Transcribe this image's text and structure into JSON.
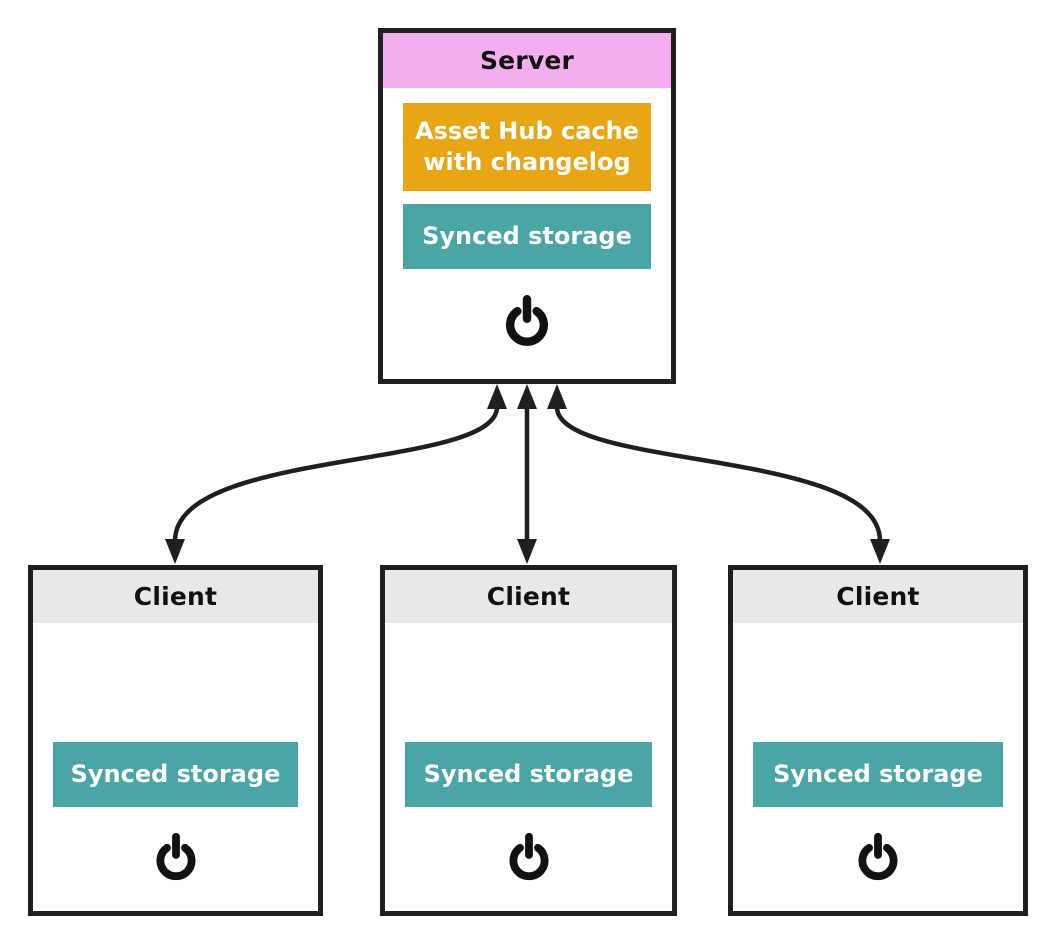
{
  "server": {
    "title": "Server",
    "cache_label": "Asset Hub cache with changelog",
    "storage_label": "Synced storage"
  },
  "clients": [
    {
      "title": "Client",
      "storage_label": "Synced storage"
    },
    {
      "title": "Client",
      "storage_label": "Synced storage"
    },
    {
      "title": "Client",
      "storage_label": "Synced storage"
    }
  ],
  "connections": [
    {
      "from": "server",
      "to": "client-1",
      "bidirectional": true,
      "shape": "curved-left"
    },
    {
      "from": "server",
      "to": "client-2",
      "bidirectional": true,
      "shape": "straight"
    },
    {
      "from": "server",
      "to": "client-3",
      "bidirectional": true,
      "shape": "curved-right"
    }
  ],
  "icons": {
    "power": "⏻"
  },
  "colors": {
    "server_header": "#f4aef0",
    "client_header": "#e8e8e8",
    "cache_box": "#e8a614",
    "storage_box": "#4aa5a5",
    "outline": "#1f1f1f",
    "box_text": "#ffffff",
    "title_text": "#111111",
    "background": "#ffffff"
  }
}
